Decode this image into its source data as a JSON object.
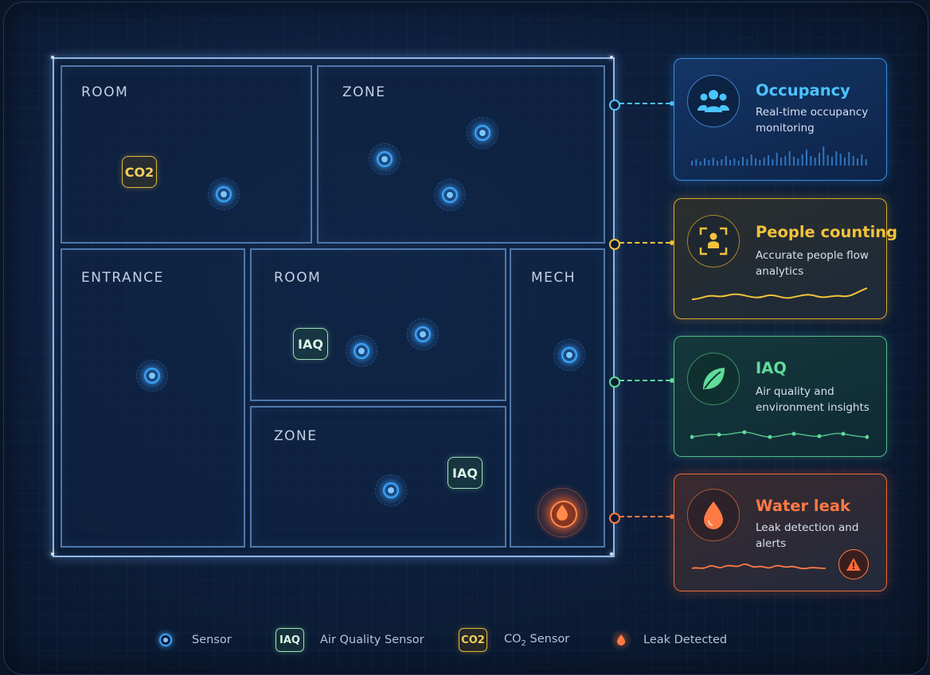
{
  "rooms": [
    {
      "label": "ROOM"
    },
    {
      "label": "ZONE"
    },
    {
      "label": "ENTRANCE"
    },
    {
      "label": "ROOM"
    },
    {
      "label": "MECH"
    },
    {
      "label": "ZONE"
    }
  ],
  "tags": {
    "co2": "CO2",
    "iaq_room": "IAQ",
    "iaq_zone": "IAQ"
  },
  "cards": [
    {
      "title": "Occupancy",
      "description": "Real-time occupancy monitoring",
      "color": "#4cc4ff",
      "icon": "people-icon"
    },
    {
      "title": "People counting",
      "description": "Accurate people flow analytics",
      "color": "#f2c23a",
      "icon": "person-scan-icon"
    },
    {
      "title": "IAQ",
      "description": "Air quality and environment insights",
      "color": "#5fdc9a",
      "icon": "leaf-icon"
    },
    {
      "title": "Water leak",
      "description": "Leak detection and alerts",
      "color": "#ff7a45",
      "icon": "water-drop-icon"
    }
  ],
  "legend": {
    "sensor": "Sensor",
    "iaq_badge": "IAQ",
    "iaq": "Air Quality Sensor",
    "co2_badge": "CO2",
    "co2_prefix": "CO",
    "co2_sub": "2",
    "co2_suffix": " Sensor",
    "leak": "Leak Detected"
  },
  "colors": {
    "sensor": "#3fa6ff",
    "iaq": "#9fe0b8",
    "co2": "#e1b93a",
    "leak": "#ff7a45",
    "plan_border": "#8fb7e6"
  }
}
